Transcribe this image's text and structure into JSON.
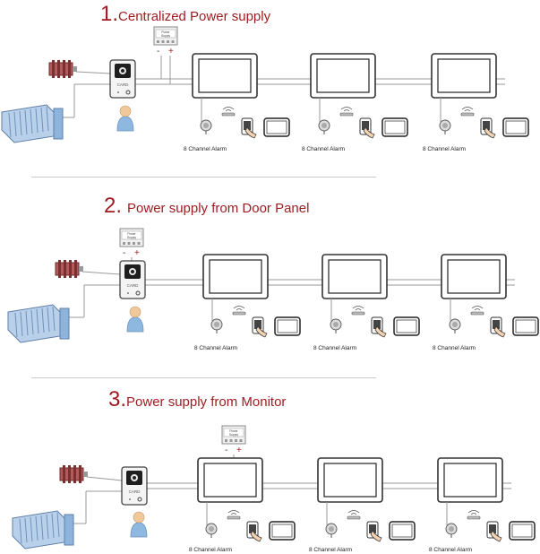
{
  "sections": [
    {
      "number": "1.",
      "title": "Centralized Power supply",
      "power_supply_location": "central",
      "power_supply": {
        "label_line1": "Power",
        "label_line2": "Supply",
        "minus": "-",
        "plus": "+"
      },
      "door_panel_label": "CARD",
      "alarm_label": "8 Channel  Alarm",
      "monitors": 3
    },
    {
      "number": "2.",
      "title": "Power supply from Door Panel",
      "power_supply_location": "door-panel",
      "power_supply": {
        "label_line1": "Power",
        "label_line2": "Supply",
        "minus": "-",
        "plus": "+"
      },
      "door_panel_label": "CARD",
      "alarm_label": "8 Channel  Alarm",
      "monitors": 3
    },
    {
      "number": "3.",
      "title": "Power supply from Monitor",
      "power_supply_location": "monitor",
      "power_supply": {
        "label_line1": "Power",
        "label_line2": "Supply",
        "minus": "-",
        "plus": "+"
      },
      "door_panel_label": "CARD",
      "alarm_label": "8 Channel  Alarm",
      "monitors": 3
    }
  ],
  "colors": {
    "title": "#9e1b1f",
    "line": "#9a9a9a",
    "gate": "#8fb4dc",
    "lock": "#8b3a3a",
    "person": "#8fb8e0",
    "person_head": "#f0c89a"
  },
  "icons": [
    "electric-lock-icon",
    "sliding-gate-icon",
    "door-panel-icon",
    "visitor-icon",
    "power-supply-icon",
    "monitor-icon",
    "alarm-bell-icon",
    "wireless-sensor-icon",
    "door-sensor-icon",
    "tablet-icon"
  ]
}
